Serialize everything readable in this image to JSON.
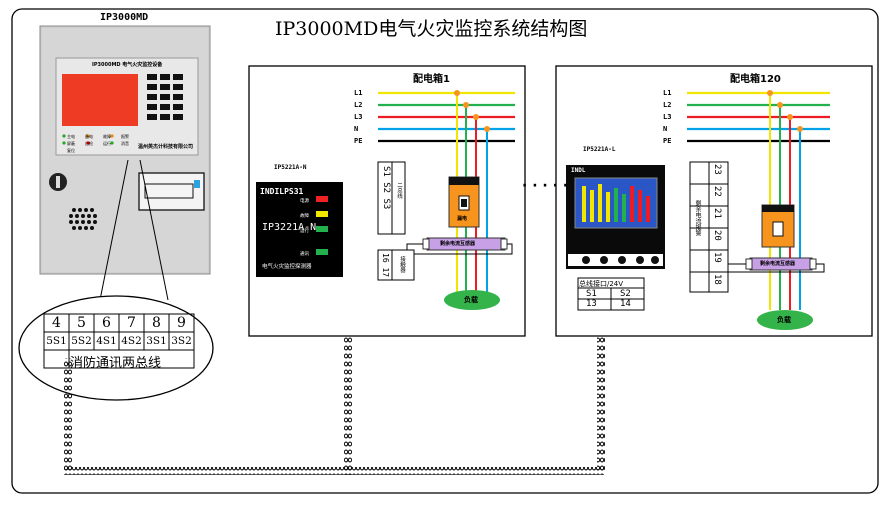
{
  "title": "IP3000MD电气火灾监控系统结构图",
  "host": {
    "name": "IP3000MD",
    "panel_title": "IP3000MD 电气火灾监控设备",
    "indicators": [
      "主电",
      "备电",
      "故障",
      "报警",
      "屏蔽",
      "自检",
      "运行",
      "消音",
      "复位"
    ],
    "company": "温州英杰计科技有限公司"
  },
  "terminal": {
    "numbers": [
      "4",
      "5",
      "6",
      "7",
      "8",
      "9"
    ],
    "labels": [
      "5S1",
      "5S2",
      "4S1",
      "4S2",
      "3S1",
      "3S2"
    ],
    "bus_label": "消防通讯两总线"
  },
  "box1": {
    "title": "配电箱1",
    "lines": [
      "L1",
      "L2",
      "L3",
      "N",
      "PE"
    ],
    "device_label": "IP5221A-N",
    "module_brand": "INDILPS31",
    "module_model": "IP3221A-N",
    "module_status": [
      "电源",
      "故障",
      "运行",
      "通讯"
    ],
    "module_footer": "电气火灾监控探测器",
    "terminal_top": "S1 S2 S3",
    "terminal_top_side": "二总线",
    "terminal_bottom": "16 17",
    "terminal_bottom_side": "接触器",
    "breaker": "漏电",
    "sensor": "剩余电流互感器",
    "load": "负载"
  },
  "box2": {
    "title": "配电箱120",
    "lines": [
      "L1",
      "L2",
      "L3",
      "N",
      "PE"
    ],
    "device_label": "IP5221A-L",
    "screen_brand": "INDL",
    "power_label": "总线接口/24V",
    "power_terms": [
      "S1",
      "S2"
    ],
    "power_nums": [
      "13",
      "14"
    ],
    "right_terms": [
      "18",
      "19",
      "20",
      "21",
      "22",
      "23"
    ],
    "right_side": "剩余电流报警",
    "sensor": "剩余电流互感器",
    "load": "负载"
  },
  "dots": "· · · · ·",
  "colors": {
    "L1": "#f2e600",
    "L2": "#22b14c",
    "L3": "#ed1c24",
    "N": "#00a2e8",
    "PE": "#000000",
    "screen": "#ee3b24",
    "breaker": "#f7941d",
    "sensor": "#c8a0e6",
    "load": "#34b34a"
  }
}
